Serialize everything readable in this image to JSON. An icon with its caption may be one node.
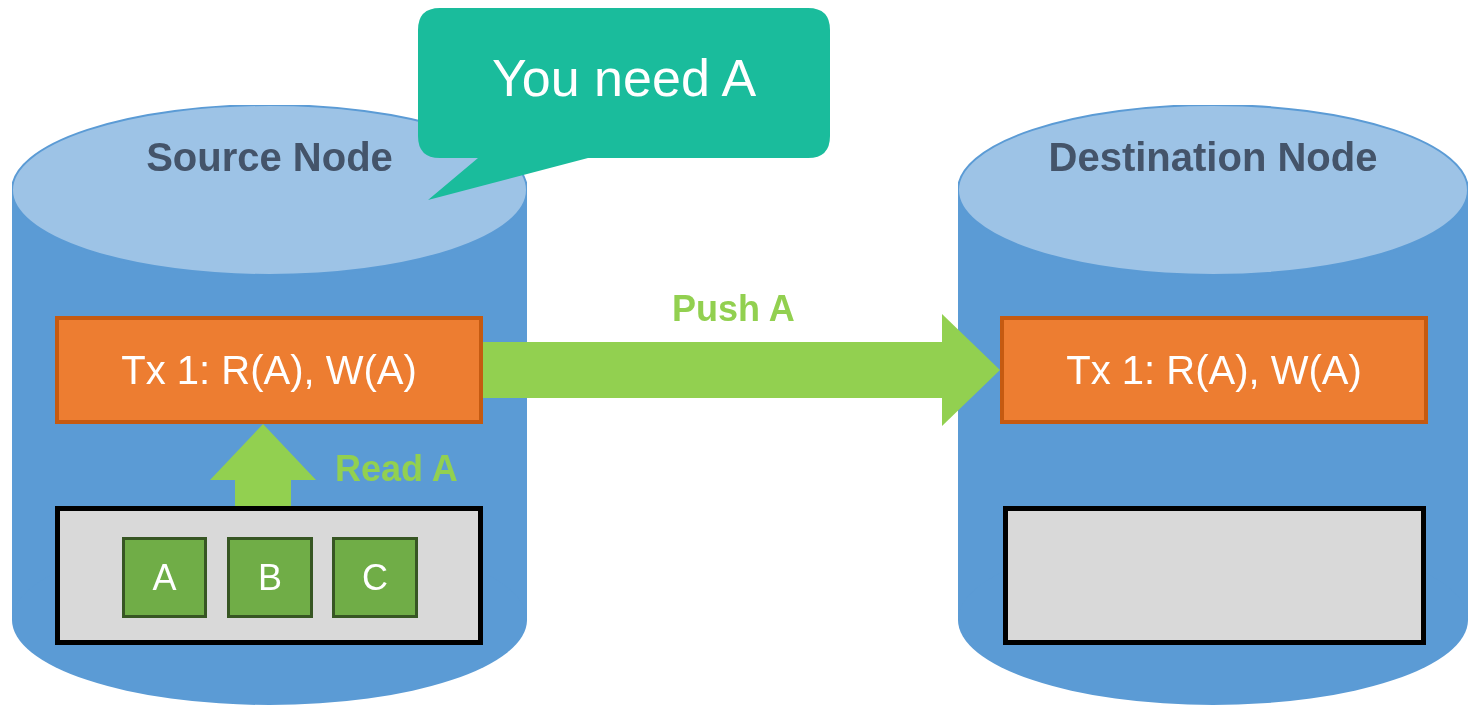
{
  "diagram": {
    "nodes": [
      {
        "text": [
          "Source Node"
        ]
      },
      {
        "text": [
          "Tx 1: R(A), W(A)"
        ],
        "in": 0
      },
      {
        "text": [],
        "shape": "box",
        "in": 0
      },
      {
        "text": [
          "A"
        ],
        "in": 2
      },
      {
        "text": [
          "B"
        ],
        "in": 2
      },
      {
        "text": [
          "C"
        ],
        "in": 2
      },
      {
        "text": [
          "Destination Node"
        ]
      },
      {
        "text": [
          "Tx 1: R(A), W(A)"
        ],
        "in": 6
      },
      {
        "text": [],
        "shape": "box",
        "in": 6
      },
      {
        "text": [
          "You need A"
        ]
      }
    ],
    "edges": [
      {
        "from": 2,
        "to": 1,
        "arrow": "to",
        "label": "Read A"
      },
      {
        "from": 1,
        "to": 7,
        "arrow": "to",
        "label": "Push A"
      }
    ]
  }
}
